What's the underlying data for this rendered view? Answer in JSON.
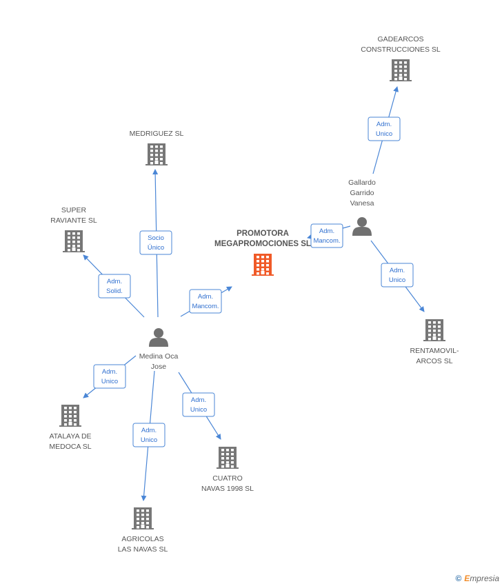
{
  "companies": {
    "promotora": [
      "PROMOTORA",
      "MEGAPROMOCIONES SL"
    ],
    "gadearcos": [
      "GADEARCOS",
      "CONSTRUCCIONES SL"
    ],
    "medriguez": [
      "MEDRIGUEZ SL"
    ],
    "super_raviante": [
      "SUPER",
      "RAVIANTE  SL"
    ],
    "rentamovil": [
      "RENTAMOVIL-",
      "ARCOS SL"
    ],
    "atalaya": [
      "ATALAYA DE",
      "MEDOCA SL"
    ],
    "cuatro_navas": [
      "CUATRO",
      "NAVAS 1998 SL"
    ],
    "agricolas": [
      "AGRICOLAS",
      "LAS NAVAS SL"
    ]
  },
  "persons": {
    "gallardo": [
      "Gallardo",
      "Garrido",
      "Vanesa"
    ],
    "medina": [
      "Medina Oca",
      "Jose"
    ]
  },
  "relations": {
    "gallardo_gadearcos": [
      "Adm.",
      "Unico"
    ],
    "gallardo_promotora": [
      "Adm.",
      "Mancom."
    ],
    "gallardo_rentamovil": [
      "Adm.",
      "Unico"
    ],
    "medina_medriguez": [
      "Socio",
      "Único"
    ],
    "medina_super": [
      "Adm.",
      "Solid."
    ],
    "medina_promotora": [
      "Adm.",
      "Mancom."
    ],
    "medina_atalaya": [
      "Adm.",
      "Unico"
    ],
    "medina_agricolas": [
      "Adm.",
      "Unico"
    ],
    "medina_cuatro": [
      "Adm.",
      "Unico"
    ]
  },
  "colors": {
    "main_company": "#f05a28",
    "company": "#777777",
    "person": "#707070",
    "edge": "#4a86d6"
  },
  "footer": {
    "copyright_symbol": "©",
    "brand_initial": "E",
    "brand_rest": "mpresia"
  }
}
